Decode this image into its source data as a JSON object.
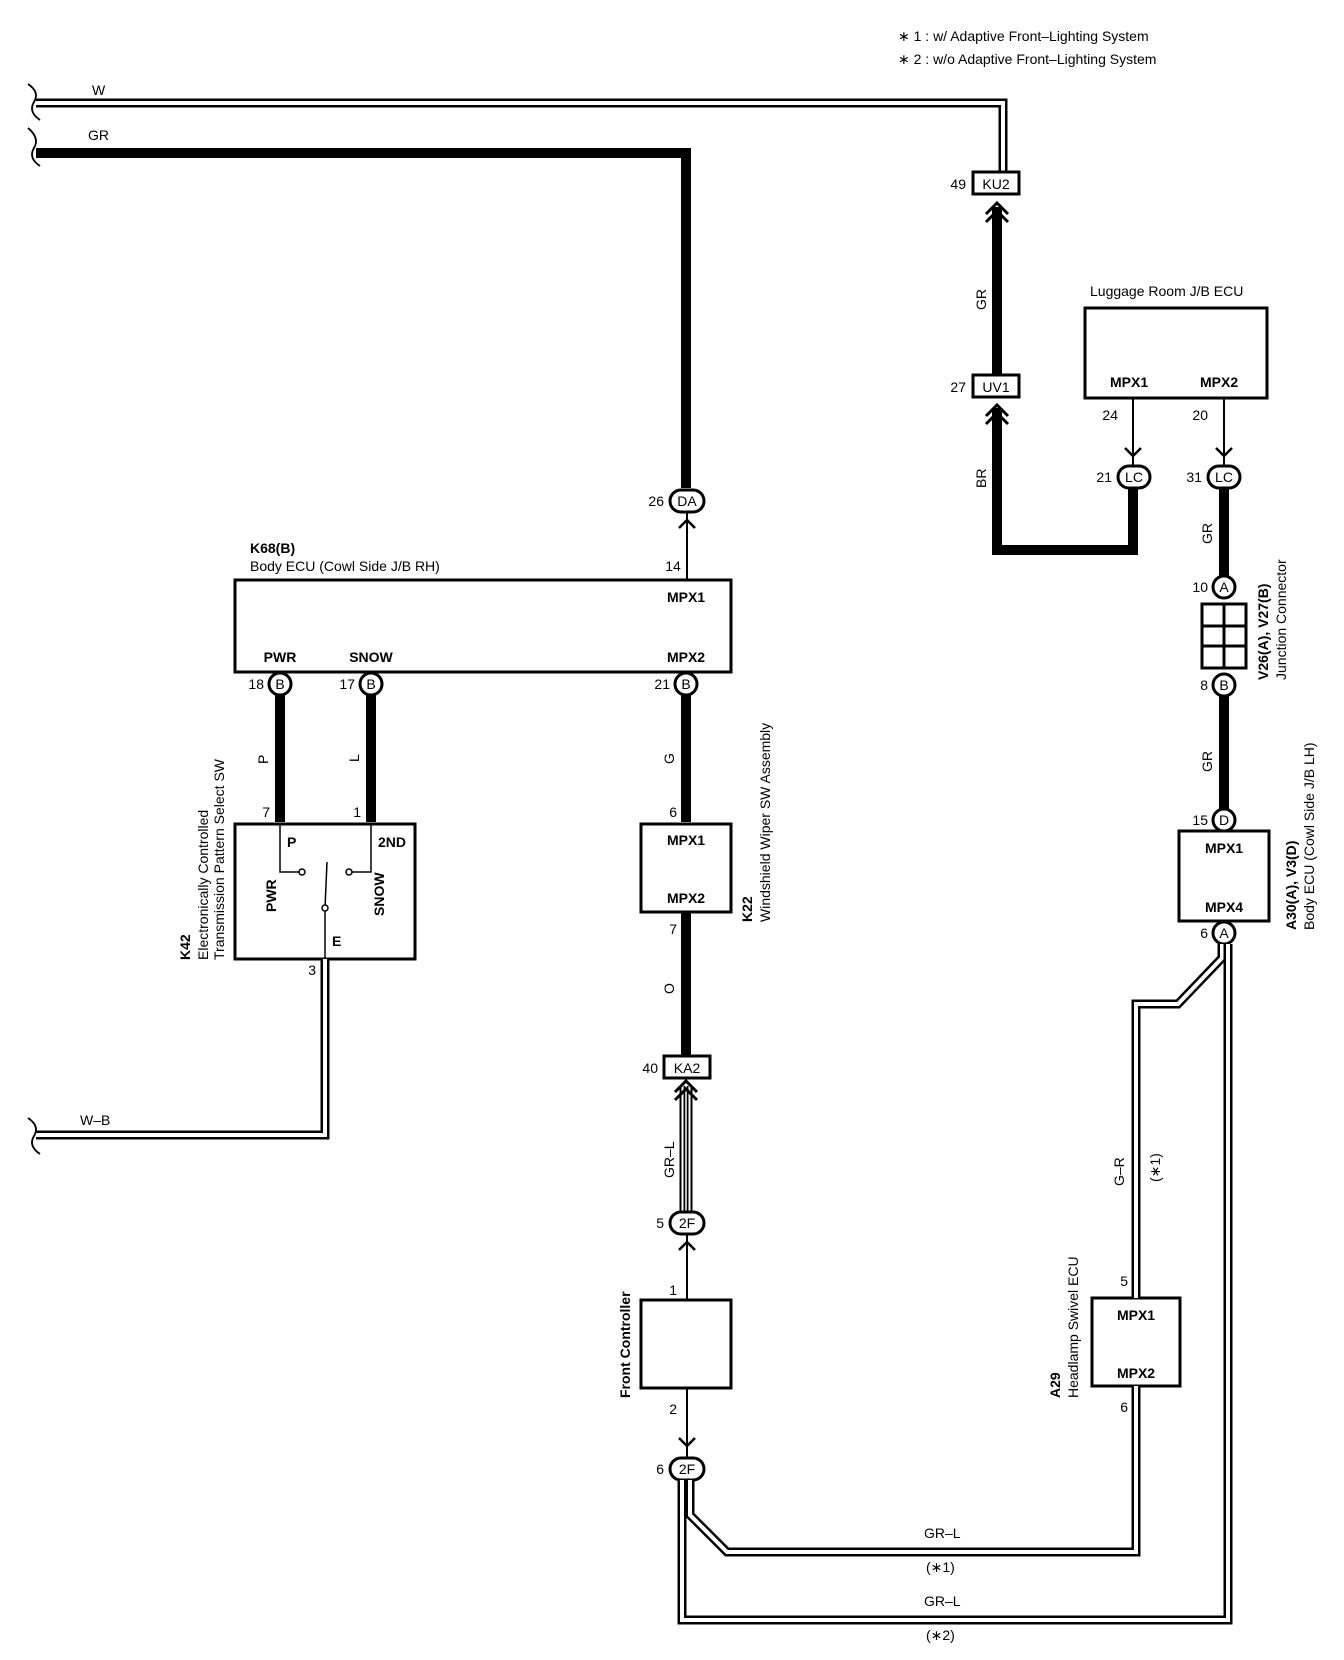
{
  "notes": {
    "note1": "∗ 1 : w/ Adaptive Front–Lighting System",
    "note2": "∗ 2 : w/o Adaptive Front–Lighting System"
  },
  "wires": {
    "w": "W",
    "gr_top": "GR",
    "wb": "W–B",
    "gr_ku2": "GR",
    "br": "BR",
    "gr_lc": "GR",
    "gr_v27": "GR",
    "p": "P",
    "l": "L",
    "g": "G",
    "o": "O",
    "grl_ka2": "GR–L",
    "gr_r": "G–R",
    "gr_r_note": "(∗1)",
    "grl_bot1": "GR–L",
    "grl_bot1_note": "(∗1)",
    "grl_bot2": "GR–L",
    "grl_bot2_note": "(∗2)"
  },
  "connectors": {
    "ku2": {
      "label": "KU2",
      "pin": "49"
    },
    "uv1": {
      "label": "UV1",
      "pin": "27"
    },
    "ka2": {
      "label": "KA2",
      "pin": "40"
    },
    "da": {
      "label": "DA",
      "pin": "26"
    },
    "lc1": {
      "label": "LC",
      "pin": "21"
    },
    "lc2": {
      "label": "LC",
      "pin": "31"
    },
    "twof1": {
      "label": "2F",
      "pin": "5"
    },
    "twof2": {
      "label": "2F",
      "pin": "6"
    },
    "b18": {
      "label": "B",
      "pin": "18"
    },
    "b17": {
      "label": "B",
      "pin": "17"
    },
    "b21": {
      "label": "B",
      "pin": "21"
    },
    "a10": {
      "label": "A",
      "pin": "10"
    },
    "b8": {
      "label": "B",
      "pin": "8"
    },
    "d15": {
      "label": "D",
      "pin": "15"
    },
    "a6": {
      "label": "A",
      "pin": "6"
    }
  },
  "luggage_ecu": {
    "title": "Luggage Room J/B ECU",
    "mpx1": "MPX1",
    "mpx2": "MPX2",
    "pin_mpx1": "24",
    "pin_mpx2": "20"
  },
  "body_ecu_rh": {
    "code": "K68(B)",
    "name": "Body ECU (Cowl Side J/B RH)",
    "pin14": "14",
    "mpx1": "MPX1",
    "pwr": "PWR",
    "snow": "SNOW",
    "mpx2": "MPX2"
  },
  "pattern_sw": {
    "code": "K42",
    "line1": "Electronically Controlled",
    "line2": "Transmission Pattern Select SW",
    "p": "P",
    "nd": "2ND",
    "pwr": "PWR",
    "snow": "SNOW",
    "e": "E",
    "pin7": "7",
    "pin1": "1",
    "pin3": "3"
  },
  "wiper_sw": {
    "code": "K22",
    "name": "Windshield Wiper SW Assembly",
    "mpx1": "MPX1",
    "mpx2": "MPX2",
    "pin6": "6",
    "pin7": "7"
  },
  "junction": {
    "code": "V26(A), V27(B)",
    "name": "Junction Connector"
  },
  "body_ecu_lh": {
    "code": "A30(A), V3(D)",
    "name": "Body ECU (Cowl Side J/B LH)",
    "mpx1": "MPX1",
    "mpx4": "MPX4"
  },
  "front_controller": {
    "name": "Front Controller",
    "pin1": "1",
    "pin2": "2"
  },
  "headlamp_ecu": {
    "code": "A29",
    "name": "Headlamp Swivel ECU",
    "mpx1": "MPX1",
    "mpx2": "MPX2",
    "pin5": "5",
    "pin6": "6"
  }
}
